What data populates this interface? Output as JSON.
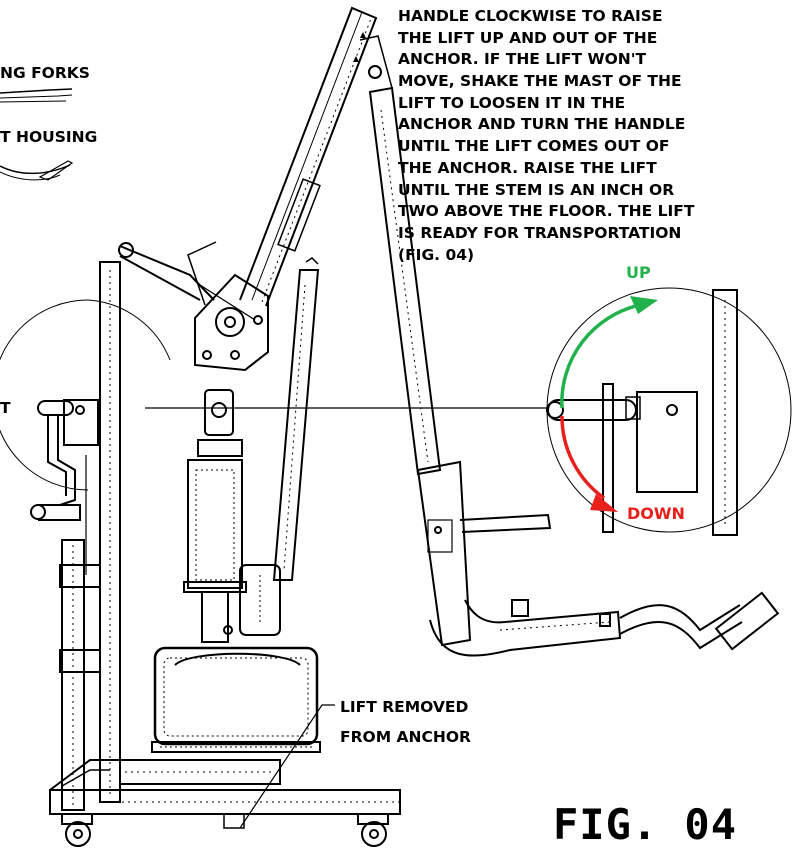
{
  "labels": {
    "forks": "NG FORKS",
    "housing": "T HOUSING",
    "left_t": "T",
    "removed_line1": "LIFT REMOVED",
    "removed_line2": "FROM ANCHOR",
    "up": "UP",
    "down": "DOWN",
    "figure": "FIG. 04"
  },
  "instructions": [
    "HANDLE CLOCKWISE TO RAISE",
    "THE LIFT UP AND OUT OF THE",
    "ANCHOR. IF THE LIFT WON'T",
    "MOVE, SHAKE THE MAST OF THE",
    "LIFT TO LOOSEN IT IN THE",
    "ANCHOR AND TURN THE HANDLE",
    "UNTIL THE LIFT COMES OUT OF",
    "THE ANCHOR.  RAISE THE LIFT",
    "UNTIL THE STEM IS AN INCH OR",
    "TWO ABOVE THE FLOOR. THE LIFT",
    "IS READY FOR TRANSPORTATION",
    "(FIG. 04)"
  ],
  "colors": {
    "up_arrow": "#22b24c",
    "down_arrow": "#e8201c",
    "line": "#000000",
    "up_text": "#22b24c",
    "down_text": "#e8201c"
  }
}
